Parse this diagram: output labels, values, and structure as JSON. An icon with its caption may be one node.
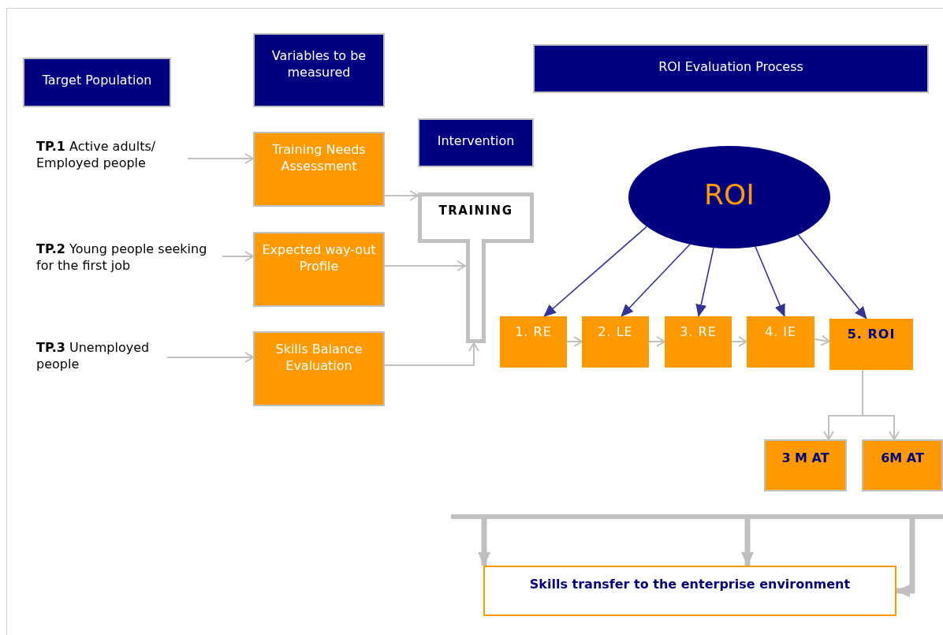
{
  "diagram": {
    "nodes": [
      {
        "text": [
          "Target Population"
        ]
      },
      {
        "text": [
          "Variables to be measured"
        ]
      },
      {
        "text": [
          "ROI Evaluation Process"
        ]
      },
      {
        "text": [
          "**TP.1** Active adults/ Employed people"
        ]
      },
      {
        "text": [
          "Training Needs Assessment"
        ]
      },
      {
        "text": [
          "Intervention"
        ]
      },
      {
        "text": [
          "**TP.2** Young people seeking for the first job"
        ]
      },
      {
        "text": [
          "Expected way-out Profile"
        ]
      },
      {
        "text": [
          "**TP.3** Unemployed people"
        ]
      },
      {
        "text": [
          "Skills Balance Evaluation"
        ]
      },
      {
        "text": [
          "TRAINING"
        ]
      },
      {
        "text": [
          "ROI"
        ]
      },
      {
        "text": [
          "1. RE"
        ]
      },
      {
        "text": [
          "2. LE"
        ]
      },
      {
        "text": [
          "3. RE"
        ]
      },
      {
        "text": [
          "4. IE"
        ]
      },
      {
        "text": [
          "5. ROI"
        ]
      },
      {
        "text": [
          "3 M AT"
        ]
      },
      {
        "text": [
          "6M AT"
        ]
      },
      {
        "text": [],
        "shape": "bar"
      },
      {
        "text": [
          "Skills transfer to the enterprise environment"
        ]
      }
    ],
    "edges": [
      {
        "from": 3,
        "to": 4,
        "arrow": "to"
      },
      {
        "from": 6,
        "to": 7,
        "arrow": "to"
      },
      {
        "from": 8,
        "to": 9,
        "arrow": "to"
      },
      {
        "from": 4,
        "to": 10,
        "arrow": "to"
      },
      {
        "from": 7,
        "to": 10,
        "arrow": "to"
      },
      {
        "from": 9,
        "to": 10,
        "arrow": "to"
      },
      {
        "from": 11,
        "to": 12,
        "arrow": "to",
        "color": "#333399"
      },
      {
        "from": 11,
        "to": 13,
        "arrow": "to",
        "color": "#333399"
      },
      {
        "from": 11,
        "to": 14,
        "arrow": "to",
        "color": "#333399"
      },
      {
        "from": 11,
        "to": 15,
        "arrow": "to",
        "color": "#333399"
      },
      {
        "from": 11,
        "to": 16,
        "arrow": "to",
        "color": "#333399"
      },
      {
        "from": 12,
        "to": 13,
        "arrow": "to"
      },
      {
        "from": 13,
        "to": 14,
        "arrow": "to"
      },
      {
        "from": 14,
        "to": 15,
        "arrow": "to"
      },
      {
        "from": 15,
        "to": 16,
        "arrow": "to"
      },
      {
        "from": 16,
        "to": 17,
        "arrow": "to"
      },
      {
        "from": 16,
        "to": 18,
        "arrow": "to"
      },
      {
        "from": 19,
        "to": 20,
        "arrow": "to",
        "style": "thick"
      },
      {
        "from": 19,
        "to": 20,
        "arrow": "to",
        "style": "thick"
      },
      {
        "from": 19,
        "to": 20,
        "arrow": "to",
        "style": "thick"
      }
    ]
  }
}
